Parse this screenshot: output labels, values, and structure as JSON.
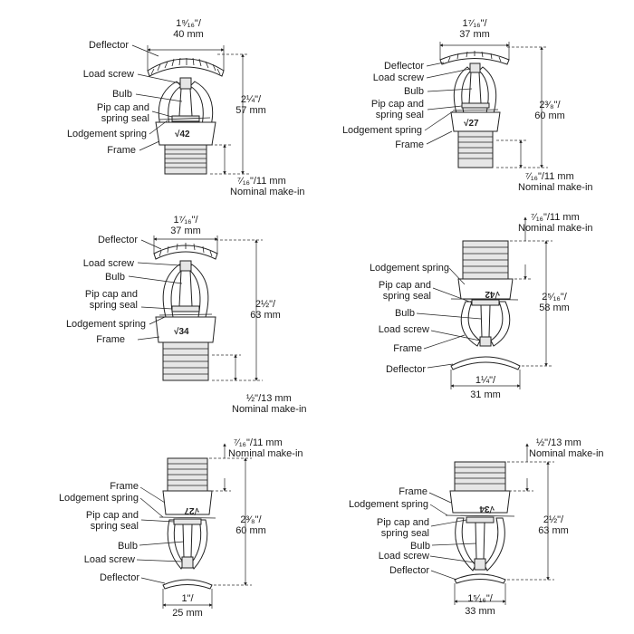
{
  "sprinklers": [
    {
      "labels": {
        "deflector": "Deflector",
        "load_screw": "Load screw",
        "bulb": "Bulb",
        "pip_cap_1": "Pip cap and",
        "pip_cap_2": "spring seal",
        "lodgement": "Lodgement spring",
        "frame": "Frame"
      },
      "width_dim": {
        "frac": "1⁹⁄₁₆\"/",
        "mm": "40 mm"
      },
      "height_dim": {
        "frac": "2¼\"/",
        "mm": "57 mm"
      },
      "makein": {
        "frac": "⁷⁄₁₆\"/11 mm",
        "text": "Nominal make-in"
      },
      "stamp": "√42"
    },
    {
      "labels": {
        "deflector": "Deflector",
        "load_screw": "Load screw",
        "bulb": "Bulb",
        "pip_cap_1": "Pip cap and",
        "pip_cap_2": "spring seal",
        "lodgement": "Lodgement spring",
        "frame": "Frame"
      },
      "width_dim": {
        "frac": "1⁷⁄₁₆\"/",
        "mm": "37 mm"
      },
      "height_dim": {
        "frac": "2³⁄₈\"/",
        "mm": "60 mm"
      },
      "makein": {
        "frac": "⁷⁄₁₆\"/11 mm",
        "text": "Nominal make-in"
      },
      "stamp": "√27"
    },
    {
      "labels": {
        "deflector": "Deflector",
        "load_screw": "Load screw",
        "bulb": "Bulb",
        "pip_cap_1": "Pip cap and",
        "pip_cap_2": "spring seal",
        "lodgement": "Lodgement spring",
        "frame": "Frame"
      },
      "width_dim": {
        "frac": "1⁷⁄₁₆\"/",
        "mm": "37 mm"
      },
      "height_dim": {
        "frac": "2½\"/",
        "mm": "63 mm"
      },
      "makein": {
        "frac": "½\"/13 mm",
        "text": "Nominal make-in"
      },
      "stamp": "√34"
    },
    {
      "labels": {
        "lodgement": "Lodgement spring",
        "pip_cap_1": "Pip cap and",
        "pip_cap_2": "spring seal",
        "bulb": "Bulb",
        "load_screw": "Load screw",
        "frame": "Frame",
        "deflector": "Deflector"
      },
      "width_dim": {
        "frac": "1¼\"/",
        "mm": "31 mm"
      },
      "height_dim": {
        "frac": "2⁵⁄₁₆\"/",
        "mm": "58 mm"
      },
      "makein": {
        "frac": "⁷⁄₁₆\"/11 mm",
        "text": "Nominal make-in"
      },
      "stamp": "√42"
    },
    {
      "labels": {
        "frame": "Frame",
        "lodgement": "Lodgement spring",
        "pip_cap_1": "Pip cap and",
        "pip_cap_2": "spring seal",
        "bulb": "Bulb",
        "load_screw": "Load screw",
        "deflector": "Deflector"
      },
      "width_dim": {
        "frac": "1\"/",
        "mm": "25 mm"
      },
      "height_dim": {
        "frac": "2³⁄₈\"/",
        "mm": "60 mm"
      },
      "makein": {
        "frac": "⁷⁄₁₆\"/11 mm",
        "text": "Nominal make-in"
      },
      "stamp": "√27"
    },
    {
      "labels": {
        "frame": "Frame",
        "lodgement": "Lodgement spring",
        "pip_cap_1": "Pip cap and",
        "pip_cap_2": "spring seal",
        "bulb": "Bulb",
        "load_screw": "Load screw",
        "deflector": "Deflector"
      },
      "width_dim": {
        "frac": "1⁵⁄₁₆\"/",
        "mm": "33 mm"
      },
      "height_dim": {
        "frac": "2½\"/",
        "mm": "63 mm"
      },
      "makein": {
        "frac": "½\"/13 mm",
        "text": "Nominal make-in"
      },
      "stamp": "√34"
    }
  ]
}
